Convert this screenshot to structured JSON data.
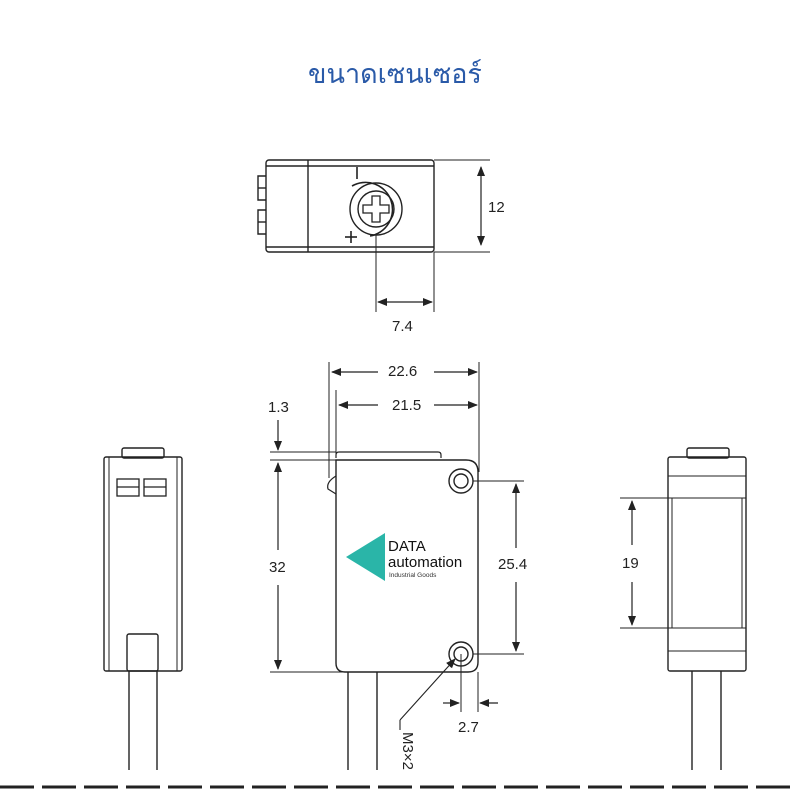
{
  "title": "ขนาดเซนเซอร์",
  "dimensions": {
    "top_height": "12",
    "knob_offset": "7.4",
    "overall_width": "22.6",
    "body_width": "21.5",
    "step": "1.3",
    "body_height": "32",
    "hole_spacing": "25.4",
    "hole_edge": "2.7",
    "mount_holes": "M3×2",
    "side_window": "19"
  },
  "logo": {
    "line1": "DATA",
    "line2": "automation",
    "line3": "Industrial Goods",
    "color": "#2ab5a8"
  },
  "colors": {
    "title": "#2a5aa8",
    "line": "#222222"
  }
}
